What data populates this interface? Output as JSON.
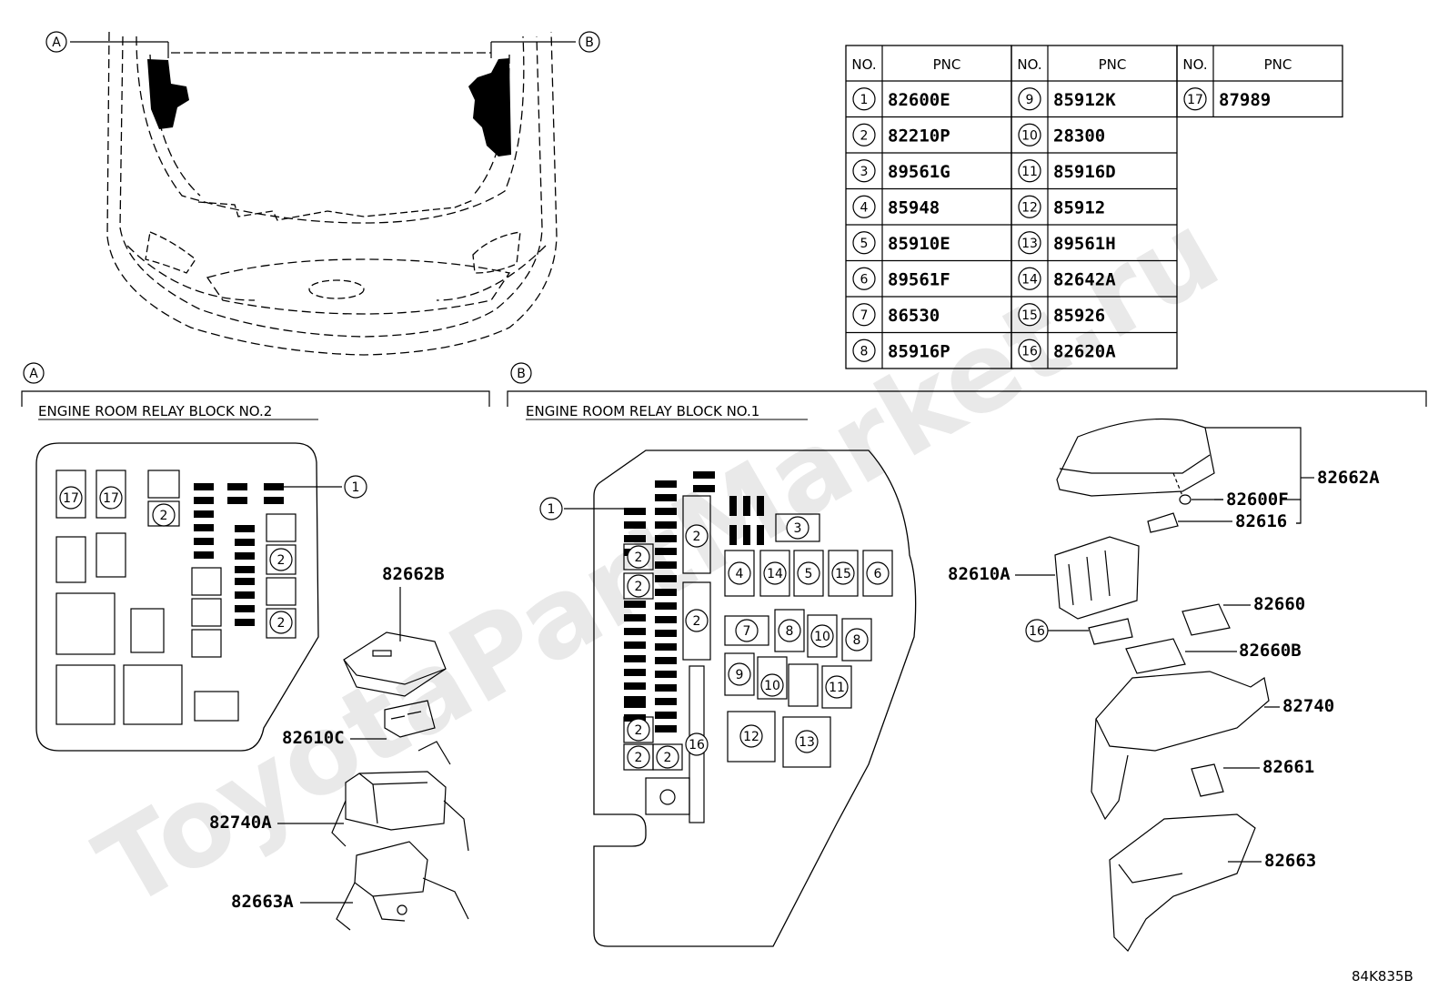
{
  "watermark": "ToyotaPartMarket.ru",
  "callouts": {
    "a": "A",
    "b": "B"
  },
  "pnc_table": {
    "header_no": "NO.",
    "header_pnc": "PNC",
    "rows": [
      {
        "no": "1",
        "pnc": "82600E"
      },
      {
        "no": "2",
        "pnc": "82210P"
      },
      {
        "no": "3",
        "pnc": "89561G"
      },
      {
        "no": "4",
        "pnc": "85948"
      },
      {
        "no": "5",
        "pnc": "85910E"
      },
      {
        "no": "6",
        "pnc": "89561F"
      },
      {
        "no": "7",
        "pnc": "86530"
      },
      {
        "no": "8",
        "pnc": "85916P"
      },
      {
        "no": "9",
        "pnc": "85912K"
      },
      {
        "no": "10",
        "pnc": "28300"
      },
      {
        "no": "11",
        "pnc": "85916D"
      },
      {
        "no": "12",
        "pnc": "85912"
      },
      {
        "no": "13",
        "pnc": "89561H"
      },
      {
        "no": "14",
        "pnc": "82642A"
      },
      {
        "no": "15",
        "pnc": "85926"
      },
      {
        "no": "16",
        "pnc": "82620A"
      },
      {
        "no": "17",
        "pnc": "87989"
      }
    ]
  },
  "section_a": {
    "title": "ENGINE ROOM RELAY BLOCK NO.2",
    "block_labels": [
      "17",
      "17",
      "2",
      "2",
      "2"
    ],
    "leader_1": "1",
    "parts": [
      "82662B",
      "82610C",
      "82740A",
      "82663A"
    ]
  },
  "section_b": {
    "title": "ENGINE ROOM RELAY BLOCK NO.1",
    "leader_1": "1",
    "block_labels": [
      "2",
      "2",
      "2",
      "2",
      "2",
      "2",
      "2",
      "3",
      "4",
      "14",
      "5",
      "15",
      "6",
      "7",
      "8",
      "10",
      "8",
      "9",
      "10",
      "11",
      "12",
      "13",
      "16"
    ],
    "parts": [
      "82662A",
      "82600F",
      "82616",
      "82610A",
      "82660",
      "82660B",
      "82740",
      "82661",
      "82663"
    ],
    "leader_16": "16"
  },
  "drawing_code": "84K835B"
}
